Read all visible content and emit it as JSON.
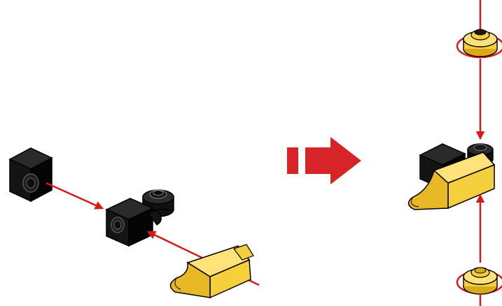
{
  "diagram": {
    "kind": "assembly-instruction",
    "steps": [
      "sub-assembly",
      "final-assembly"
    ],
    "colors": {
      "black_part": "#141414",
      "black_top": "#2a2a2a",
      "black_side": "#000000",
      "yellow_part": "#f5cf3c",
      "yellow_light": "#ffe27a",
      "yellow_dark": "#d9a91c",
      "arrow": "#d91a1a",
      "big_arrow": "#d62428",
      "outline": "#000000"
    },
    "icons": [
      "direction-arrow-icon",
      "black-plate-icon",
      "black-clip-plate-icon",
      "yellow-slope-icon",
      "round-plate-icon"
    ]
  }
}
